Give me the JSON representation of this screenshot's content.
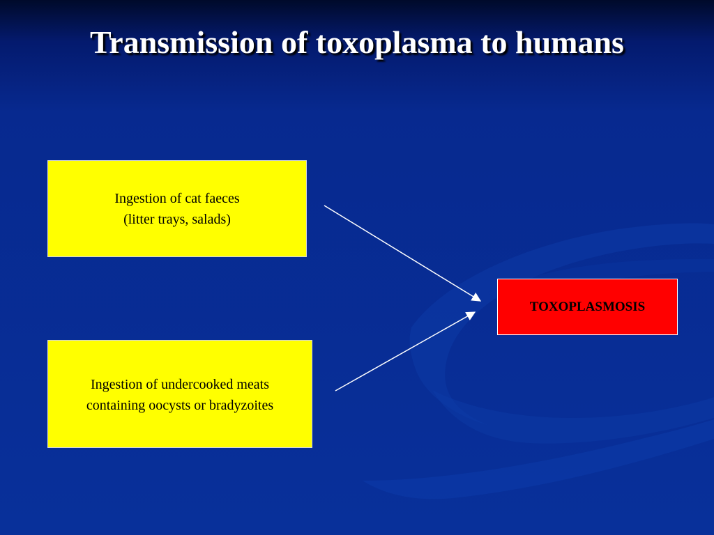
{
  "slide": {
    "title": "Transmission of toxoplasma to humans",
    "source_boxes": [
      {
        "line1": "Ingestion of  cat faeces",
        "line2": "(litter trays, salads)"
      },
      {
        "line1": "Ingestion of  undercooked meats",
        "line2": "containing oocysts or bradyzoites"
      }
    ],
    "outcome_box": {
      "label": "TOXOPLASMOSIS"
    },
    "colors": {
      "background": "#08309a",
      "source_box_fill": "#ffff00",
      "outcome_box_fill": "#ff0000",
      "arrow": "#ffffff",
      "title_text": "#ffffff"
    }
  }
}
